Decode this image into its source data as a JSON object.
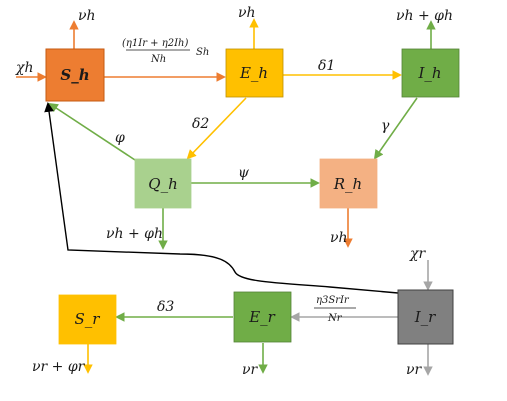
{
  "compartments": {
    "s_h": {
      "label": "S_h",
      "color": "#ed7d31"
    },
    "e_h": {
      "label": "E_h",
      "color": "#ffc000"
    },
    "i_h": {
      "label": "I_h",
      "color": "#70ad47"
    },
    "q_h": {
      "label": "Q_h",
      "color": "#a9d18e"
    },
    "r_h": {
      "label": "R_h",
      "color": "#f4b183"
    },
    "s_r": {
      "label": "S_r",
      "color": "#ffc000"
    },
    "e_r": {
      "label": "E_r",
      "color": "#70ad47"
    },
    "i_r": {
      "label": "I_r",
      "color": "#808080"
    }
  },
  "labels": {
    "chi_h": "χh",
    "nu_sh": "νh",
    "nu_eh": "νh",
    "nu_ih_phi": "νh + φh",
    "force_h_num": "(η1Ir + η2Ih)",
    "force_h_den": "Nh",
    "force_h_tail": "Sh",
    "delta_1": "δ1",
    "delta_2": "δ2",
    "gamma": "γ",
    "phi": "φ",
    "psi": "ψ",
    "nu_qh_phi": "νh + φh",
    "nu_rh": "νh",
    "chi_r": "χr",
    "force_r_num": "η3SrIr",
    "force_r_den": "Nr",
    "delta_3": "δ3",
    "nu_sr_phi": "νr + φr",
    "nu_er": "νr",
    "nu_ir": "νr"
  },
  "colors": {
    "orange_arrow": "#ed7d31",
    "yellow_arrow": "#ffc000",
    "green_arrow": "#70ad47",
    "gray_arrow": "#a6a6a6",
    "black_arrow": "#000000"
  }
}
